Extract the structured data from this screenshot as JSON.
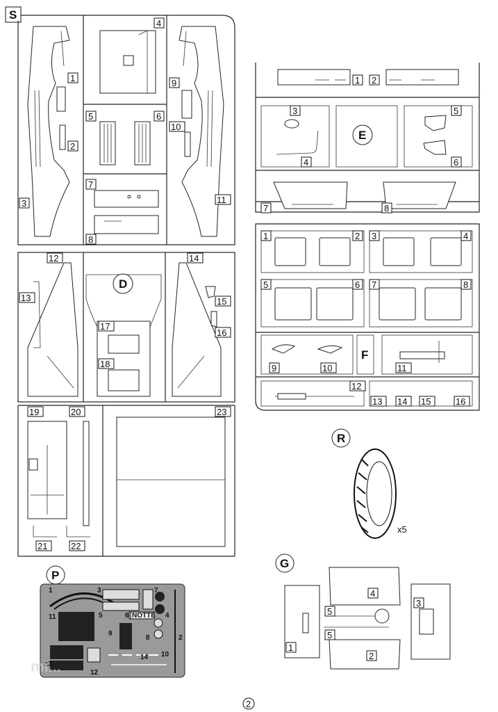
{
  "sprues": {
    "S": {
      "letter": "S",
      "numbers": [
        "1",
        "2",
        "3",
        "4",
        "5",
        "6",
        "7",
        "8",
        "9",
        "10",
        "11"
      ]
    },
    "D": {
      "letter": "D",
      "numbers": [
        "12",
        "13",
        "14",
        "15",
        "16",
        "17",
        "18",
        "19",
        "20",
        "21",
        "22",
        "23"
      ]
    },
    "E": {
      "letter": "E",
      "numbers": [
        "1",
        "2",
        "3",
        "4",
        "5",
        "6",
        "7",
        "8"
      ]
    },
    "F": {
      "letter": "F",
      "numbers": [
        "1",
        "2",
        "3",
        "4",
        "5",
        "6",
        "7",
        "8",
        "9",
        "10",
        "11",
        "12",
        "13",
        "14",
        "15",
        "16"
      ]
    },
    "R": {
      "letter": "R",
      "quantity": "x5"
    },
    "G": {
      "letter": "G",
      "numbers": [
        "1",
        "2",
        "3",
        "4",
        "5",
        "5"
      ]
    },
    "P": {
      "letter": "P",
      "numbers": [
        "1",
        "2",
        "3",
        "4",
        "5",
        "6",
        "7",
        "8",
        "9",
        "10",
        "11",
        "12",
        "13",
        "14"
      ],
      "etched_text": "NOTTE"
    }
  },
  "page_number": "2",
  "watermark": "mi...",
  "colors": {
    "ink": "#111111",
    "etch_plate": "#9a9a9a",
    "background": "#ffffff"
  }
}
